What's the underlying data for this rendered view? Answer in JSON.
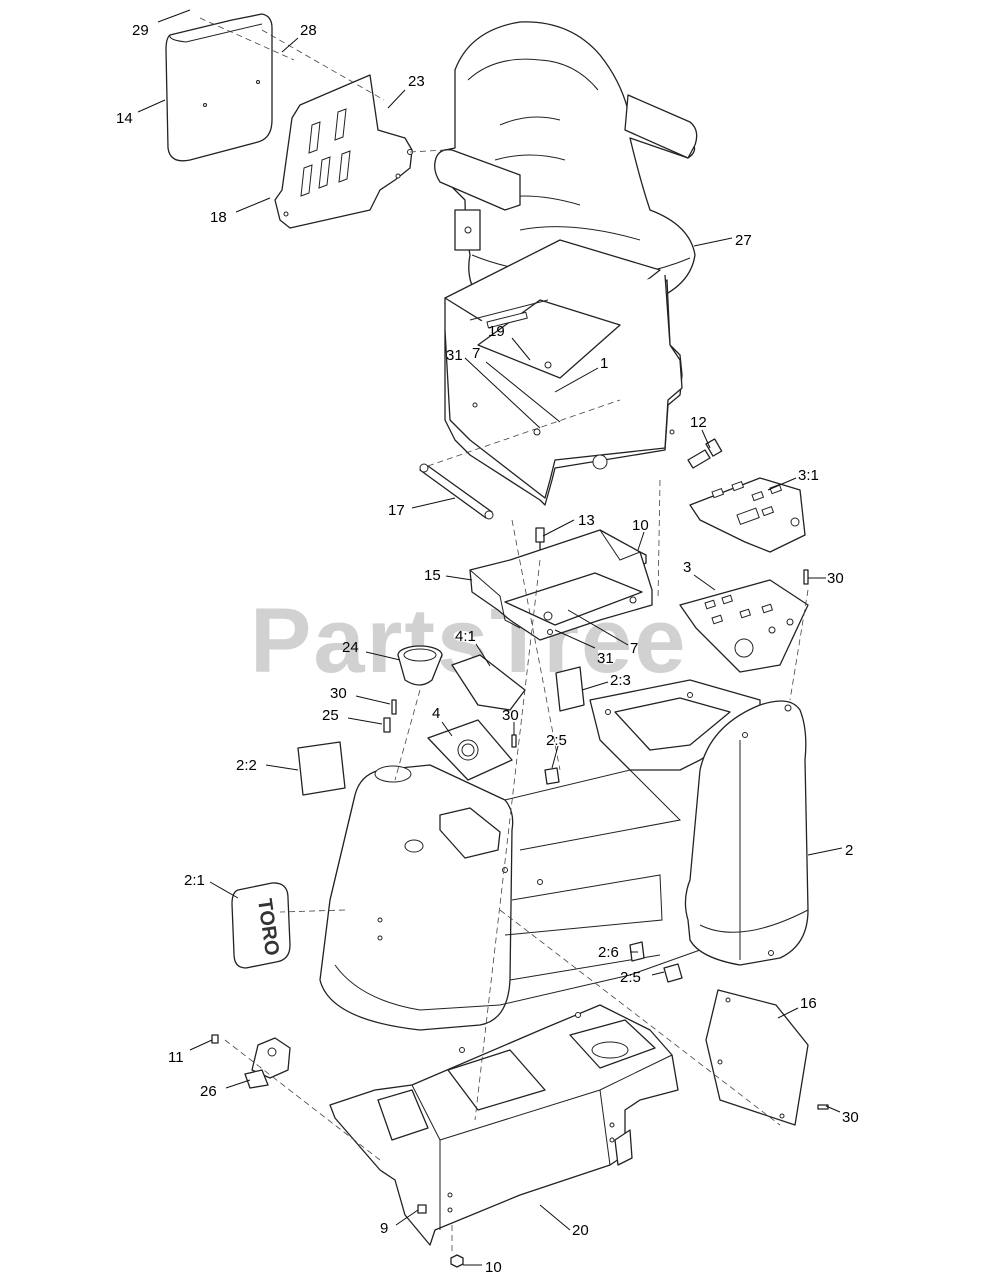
{
  "watermark": "PartsTree",
  "decal_brand": "TORO",
  "callouts": {
    "c29": "29",
    "c28": "28",
    "c23": "23",
    "c14": "14",
    "c18": "18",
    "c27": "27",
    "c19": "19",
    "c7a": "7",
    "c31a": "31",
    "c1": "1",
    "c12": "12",
    "c3_1": "3:1",
    "c17": "17",
    "c13": "13",
    "c10a": "10",
    "c15": "15",
    "c3": "3",
    "c30a": "30",
    "c24": "24",
    "c4_1": "4:1",
    "c7b": "7",
    "c31b": "31",
    "c2_3": "2:3",
    "c30b": "30",
    "c25": "25",
    "c4": "4",
    "c30c": "30",
    "c2_5a": "2:5",
    "c2_2": "2:2",
    "c2": "2",
    "c2_1": "2:1",
    "c2_6": "2:6",
    "c2_5b": "2:5",
    "c16": "16",
    "c11": "11",
    "c26": "26",
    "c30d": "30",
    "c9": "9",
    "c20": "20",
    "c10b": "10"
  }
}
